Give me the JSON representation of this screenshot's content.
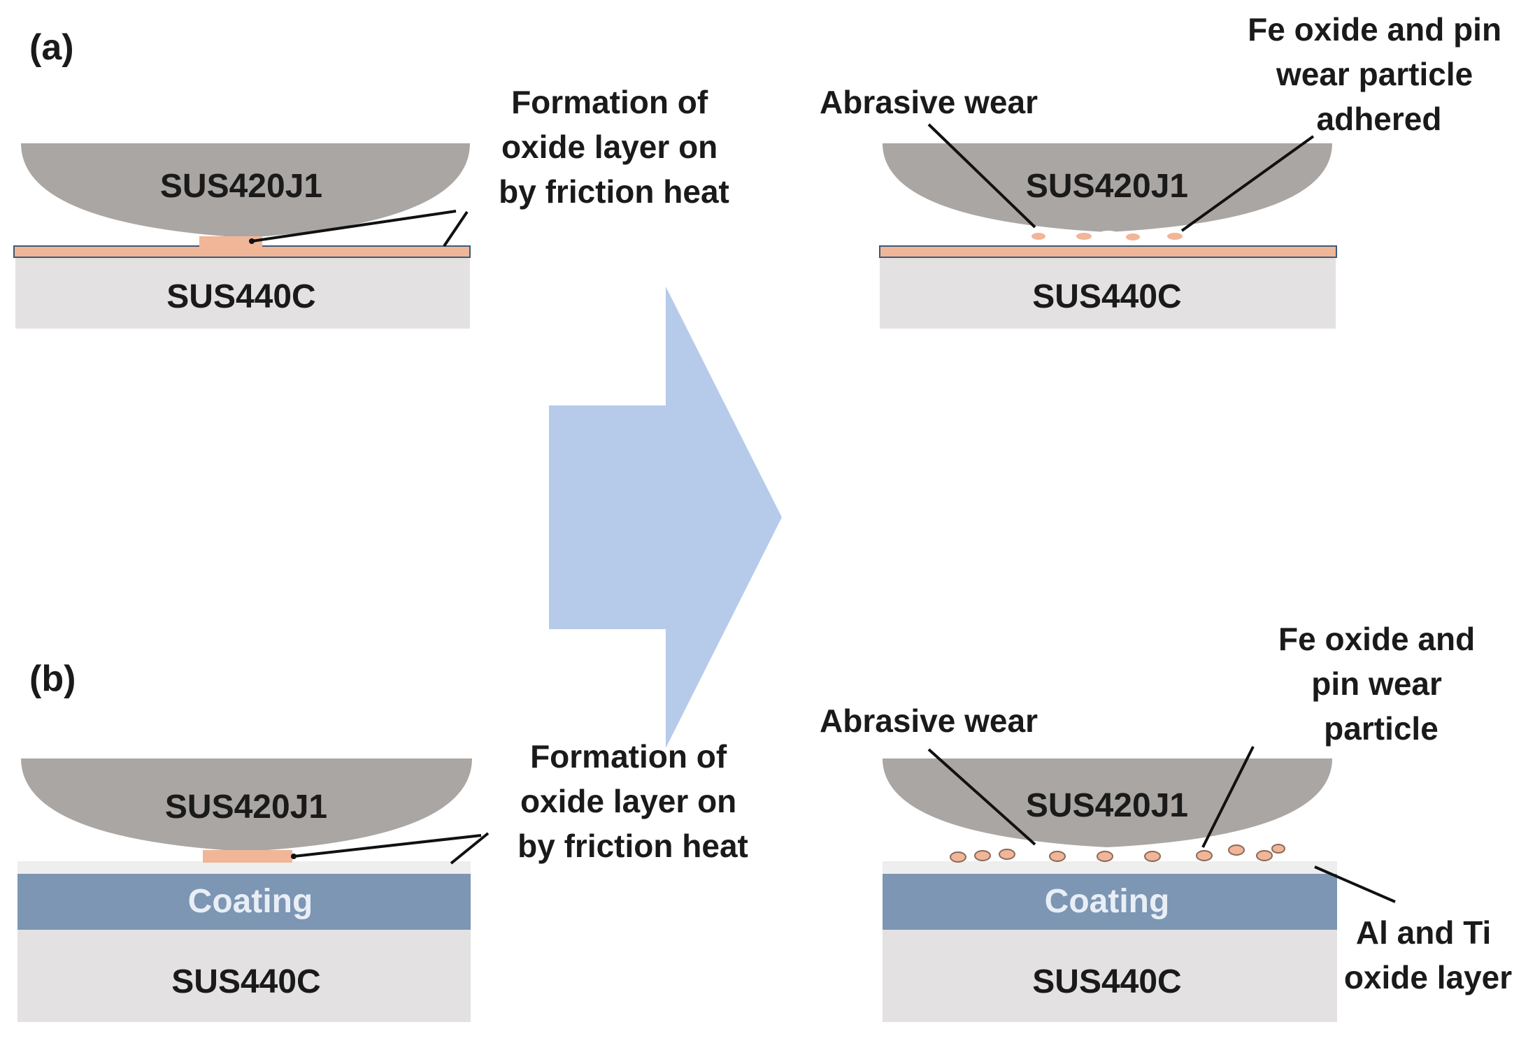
{
  "colors": {
    "background": "#ffffff",
    "pin": "#aaa6a3",
    "disk": "#e3e1e2",
    "oxide": "#f1b598",
    "oxide_edge": "#3b5a7a",
    "coating": "#7c96b4",
    "arrow": "#b6caea",
    "text": "#1a1a1a",
    "coating_text": "#e9eef6"
  },
  "panel_a": {
    "label": "(a)",
    "before": {
      "pin": "SUS420J1",
      "disk": "SUS440C",
      "annotation": [
        "Formation of",
        "oxide layer on",
        "by friction heat"
      ]
    },
    "after": {
      "pin": "SUS420J1",
      "disk": "SUS440C",
      "annotation_abrasive": "Abrasive wear",
      "annotation_particles": [
        "Fe oxide and pin",
        "wear particle",
        "adhered"
      ]
    }
  },
  "panel_b": {
    "label": "(b)",
    "before": {
      "pin": "SUS420J1",
      "coating": "Coating",
      "disk": "SUS440C",
      "annotation": [
        "Formation of",
        "oxide layer on",
        "by friction heat"
      ]
    },
    "after": {
      "pin": "SUS420J1",
      "coating": "Coating",
      "disk": "SUS440C",
      "annotation_abrasive": "Abrasive wear",
      "annotation_particles": [
        "Fe oxide and",
        "pin wear",
        "particle"
      ],
      "annotation_oxide": [
        "Al and Ti",
        "oxide layer"
      ]
    }
  },
  "transition_arrow": {
    "direction": "right",
    "icon": "right-arrow-icon"
  }
}
